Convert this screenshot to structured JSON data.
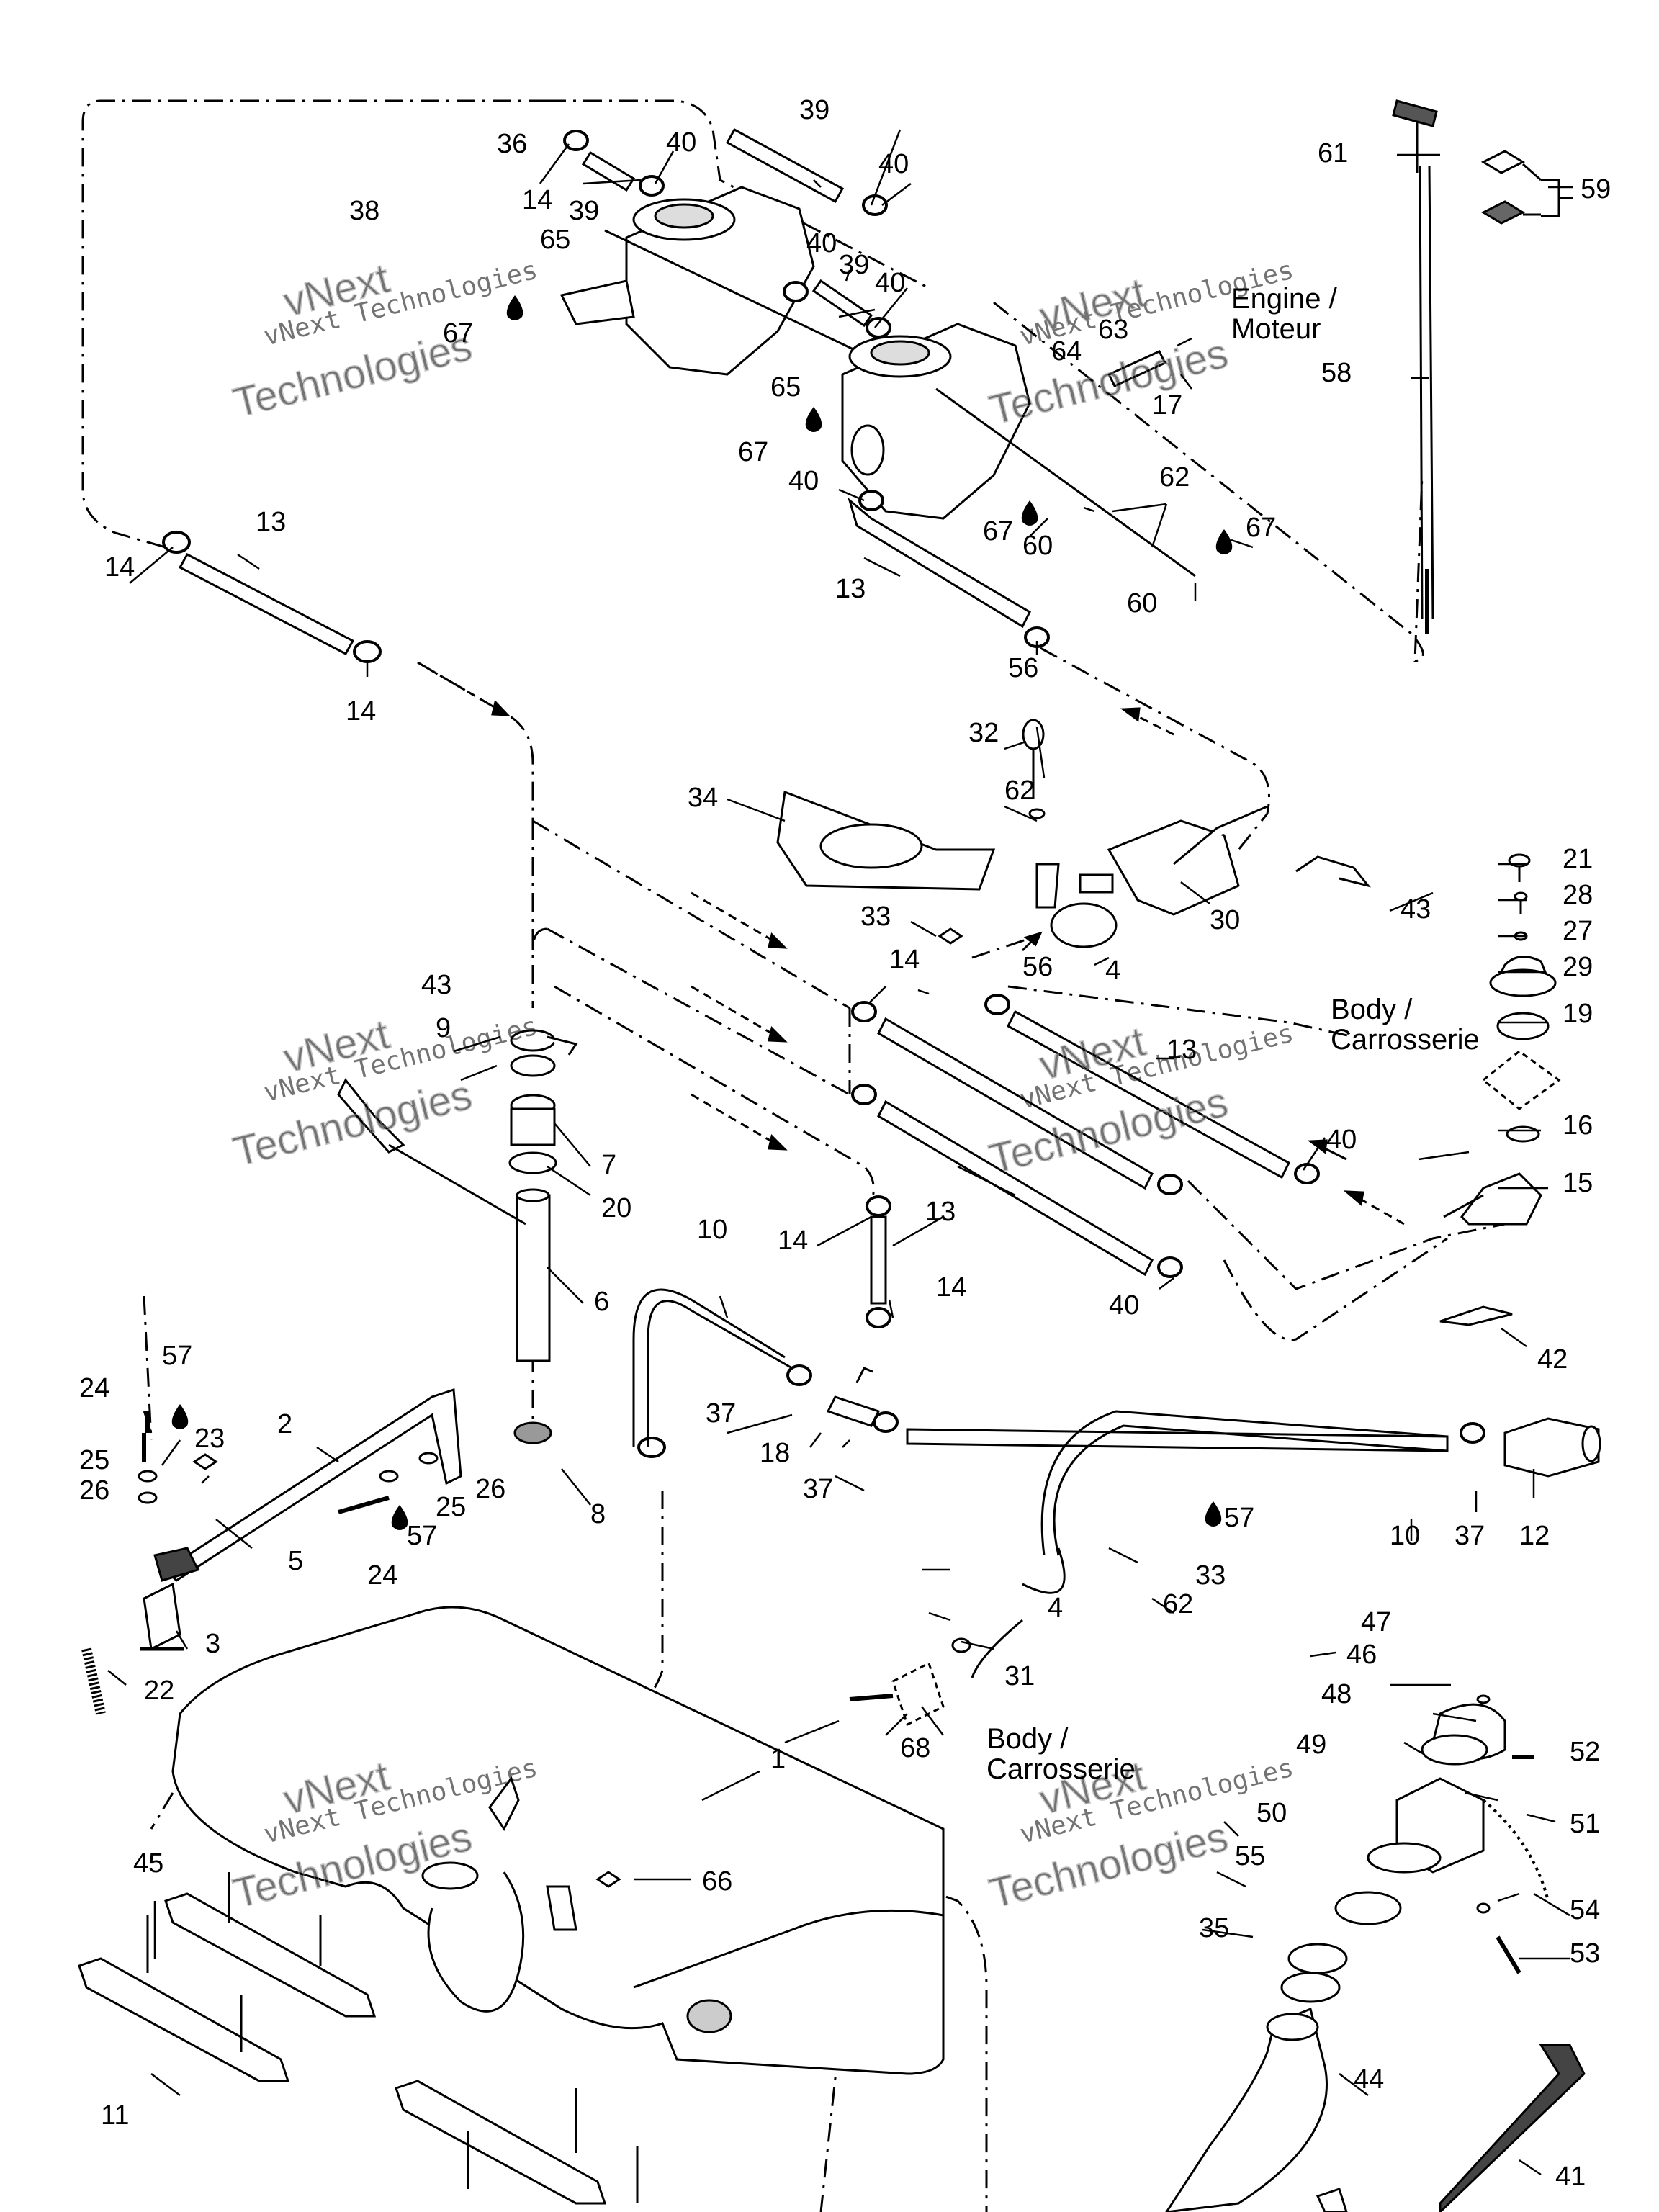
{
  "annotations": {
    "engine": [
      "Engine /",
      "Moteur"
    ],
    "body_top": [
      "Body /",
      "Carrosserie"
    ],
    "body_bottom": [
      "Body /",
      "Carrosserie"
    ]
  },
  "watermark": {
    "brand": "vNext",
    "line": "vNext Technologies",
    "big": "Technologies"
  },
  "callouts": [
    "1",
    "2",
    "3",
    "4",
    "4",
    "5",
    "6",
    "7",
    "8",
    "9",
    "10",
    "10",
    "11",
    "12",
    "13",
    "13",
    "13",
    "13",
    "14",
    "14",
    "14",
    "14",
    "14",
    "14",
    "15",
    "16",
    "17",
    "18",
    "19",
    "20",
    "21",
    "22",
    "23",
    "24",
    "24",
    "25",
    "25",
    "26",
    "26",
    "27",
    "28",
    "29",
    "30",
    "31",
    "32",
    "33",
    "33",
    "34",
    "35",
    "36",
    "37",
    "37",
    "37",
    "38",
    "39",
    "39",
    "39",
    "40",
    "40",
    "40",
    "40",
    "40",
    "40",
    "40",
    "41",
    "42",
    "43",
    "43",
    "44",
    "45",
    "46",
    "47",
    "48",
    "49",
    "50",
    "51",
    "52",
    "53",
    "54",
    "55",
    "56",
    "56",
    "57",
    "57",
    "57",
    "58",
    "59",
    "60",
    "60",
    "61",
    "62",
    "62",
    "62",
    "63",
    "64",
    "65",
    "65",
    "66",
    "67",
    "67",
    "67",
    "67",
    "68"
  ]
}
